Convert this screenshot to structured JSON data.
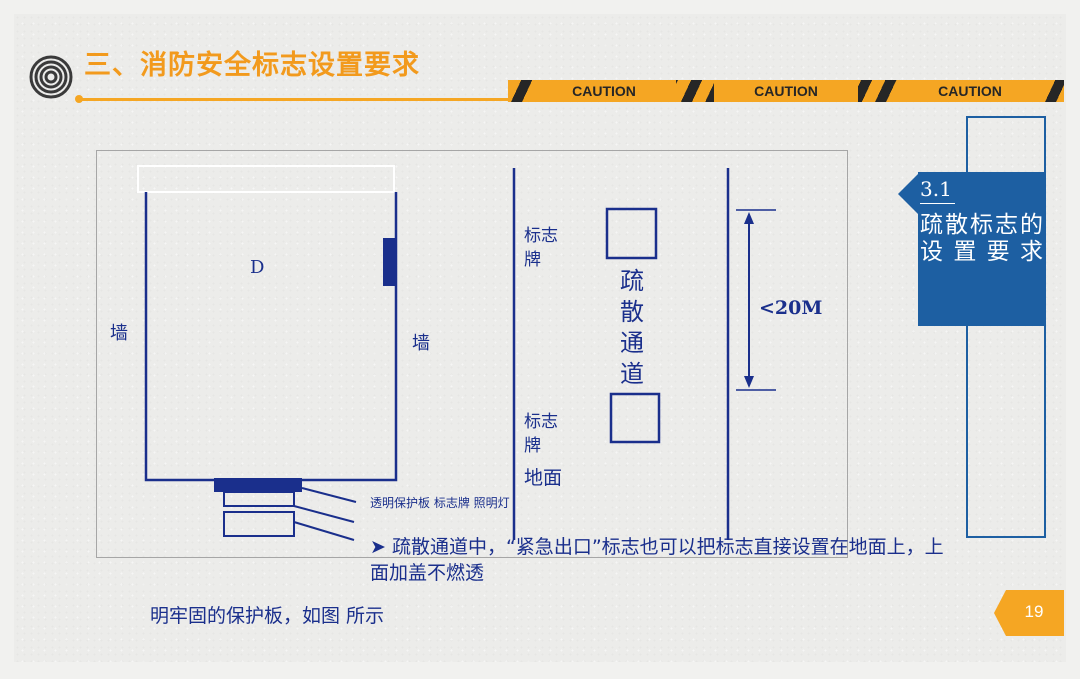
{
  "header": {
    "title": "三、消防安全标志设置要求",
    "caution_labels": [
      "CAUTION",
      "CAUTION",
      "CAUTION"
    ],
    "accent_color": "#f5a623",
    "logo_icon": "spiral-icon"
  },
  "diagram": {
    "left_room": {
      "label_d": "D",
      "wall_left": "墙",
      "wall_right": "墙",
      "device_caption": "透明保护板  标志牌  照明灯"
    },
    "right_corridor": {
      "sign_top": "标志\n牌",
      "sign_bottom": "标志\n牌",
      "floor": "地面",
      "passage": "疏\n散\n通\n道",
      "distance": "<20M"
    }
  },
  "side_tab": {
    "number": "3.1",
    "title": "疏散标志的设置要求",
    "color": "#1d5fa2"
  },
  "notes": {
    "bullet": "➤",
    "text": "疏散通道中，“紧急出口”标志也可以把标志直接设置在地面上，上面加盖不燃透",
    "continuation": "明牢固的保护板，如图 所示"
  },
  "page_number": "19"
}
